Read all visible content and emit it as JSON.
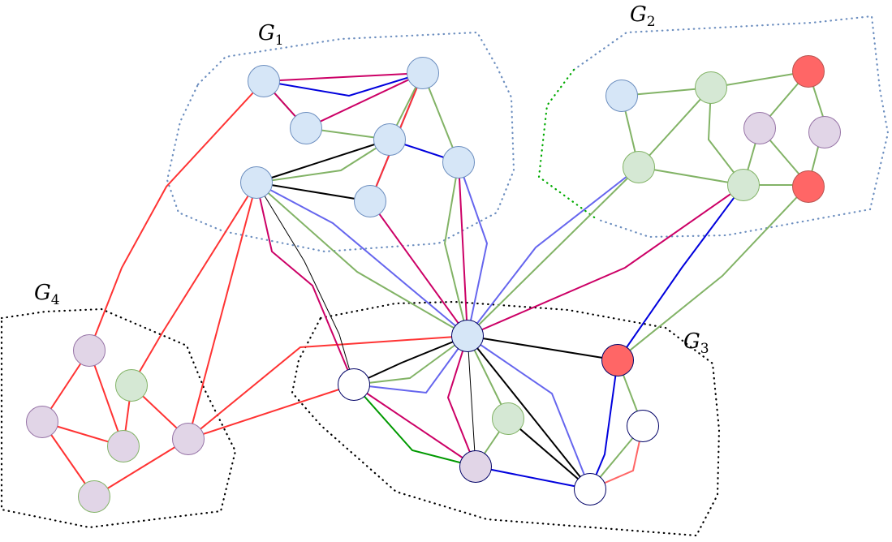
{
  "colors": {
    "blue_node": "#d6e6f7",
    "blue_node_stroke": "#6c8ebf",
    "green_node": "#d5e8d4",
    "green_node_stroke": "#82b366",
    "purple_node": "#e1d5e7",
    "purple_node_stroke": "#9673a6",
    "red_node": "#ff6666",
    "red_node_stroke": "#b85450",
    "white_node": "#ffffff",
    "white_node_stroke": "#000066",
    "edge_red": "#ff3333",
    "edge_green": "#82b366",
    "edge_blue": "#0000dd",
    "edge_magenta": "#cc0066",
    "edge_black": "#000000",
    "edge_periwinkle": "#6666ee",
    "edge_darkgreen": "#009900",
    "boundary_blue": "#6c8ebf",
    "boundary_black": "#000000",
    "boundary_green": "#00aa00"
  },
  "groups": [
    {
      "id": "G1",
      "letter": "G",
      "sub": "1"
    },
    {
      "id": "G2",
      "letter": "G",
      "sub": "2"
    },
    {
      "id": "G3",
      "letter": "G",
      "sub": "3"
    },
    {
      "id": "G4",
      "letter": "G",
      "sub": "4"
    }
  ]
}
